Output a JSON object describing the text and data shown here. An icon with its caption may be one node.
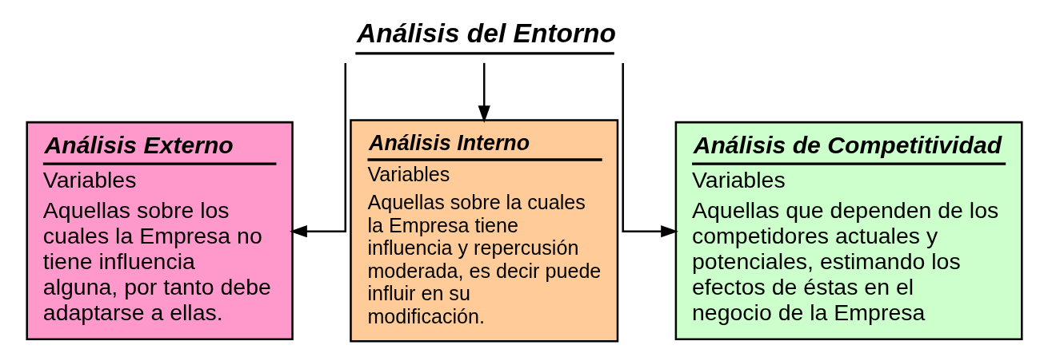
{
  "diagram": {
    "nodes": [
      {
        "text": [
          "Análisis del Entorno"
        ]
      },
      {
        "text": [
          "Análisis Externo",
          "Variables",
          "Aquellas sobre los cuales la Empresa no tiene influencia alguna, por tanto debe adaptarse a ellas."
        ]
      },
      {
        "text": [
          "Análisis Interno",
          "Variables",
          "Aquellas sobre la cuales la Empresa tiene influencia y repercusión moderada, es decir puede influir en su modificación."
        ]
      },
      {
        "text": [
          "Análisis de Competitividad",
          "Variables",
          "Aquellas que dependen de los competidores actuales y potenciales, estimando los efectos de éstas en el negocio de la Empresa"
        ]
      }
    ],
    "edges": [
      {
        "from": 0,
        "to": 1,
        "arrow": "to"
      },
      {
        "from": 0,
        "to": 2,
        "arrow": "to"
      },
      {
        "from": 0,
        "to": 3,
        "arrow": "to"
      }
    ]
  }
}
